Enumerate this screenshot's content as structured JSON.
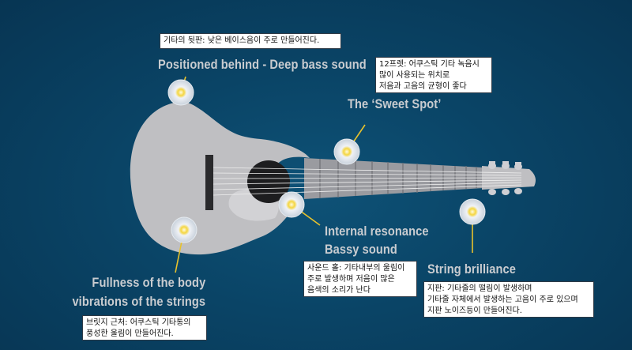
{
  "labels": {
    "back": "Positioned behind - Deep bass sound",
    "sweet_spot": "The ‘Sweet Spot’",
    "resonance_1": "Internal resonance",
    "resonance_2": "Bassy sound",
    "string": "String brilliance",
    "body_1": "Fullness of the body",
    "body_2": "vibrations of the strings"
  },
  "notes": {
    "back": "기타의 뒷판: 낮은 베이스음이 주로 만들어진다.",
    "sweet_spot": "12프렛: 어쿠스틱 기타 녹음시\n많이 사용되는 위치로\n저음과 고음의 균형이 좋다",
    "resonance": "사운드 홀: 기타내부의 울림이\n주로 발생하며 저음이 많은\n음색의 소리가 난다",
    "string": "지판: 기타줄의 떨림이 발생하며\n기타줄 자체에서 발생하는 고음이 주로 있으며\n지판 노이즈등이 만들어진다.",
    "body": "브릿지 근처: 어쿠스틱 기타통의\n풍성한 울림이 만들어진다."
  },
  "colors": {
    "background": "#0a4466",
    "guitar_body": "#bfbfc2",
    "leader_line": "#e8c22c",
    "label_text": "#c9ccd0"
  },
  "icons": [
    "microphone-marker-icon"
  ]
}
